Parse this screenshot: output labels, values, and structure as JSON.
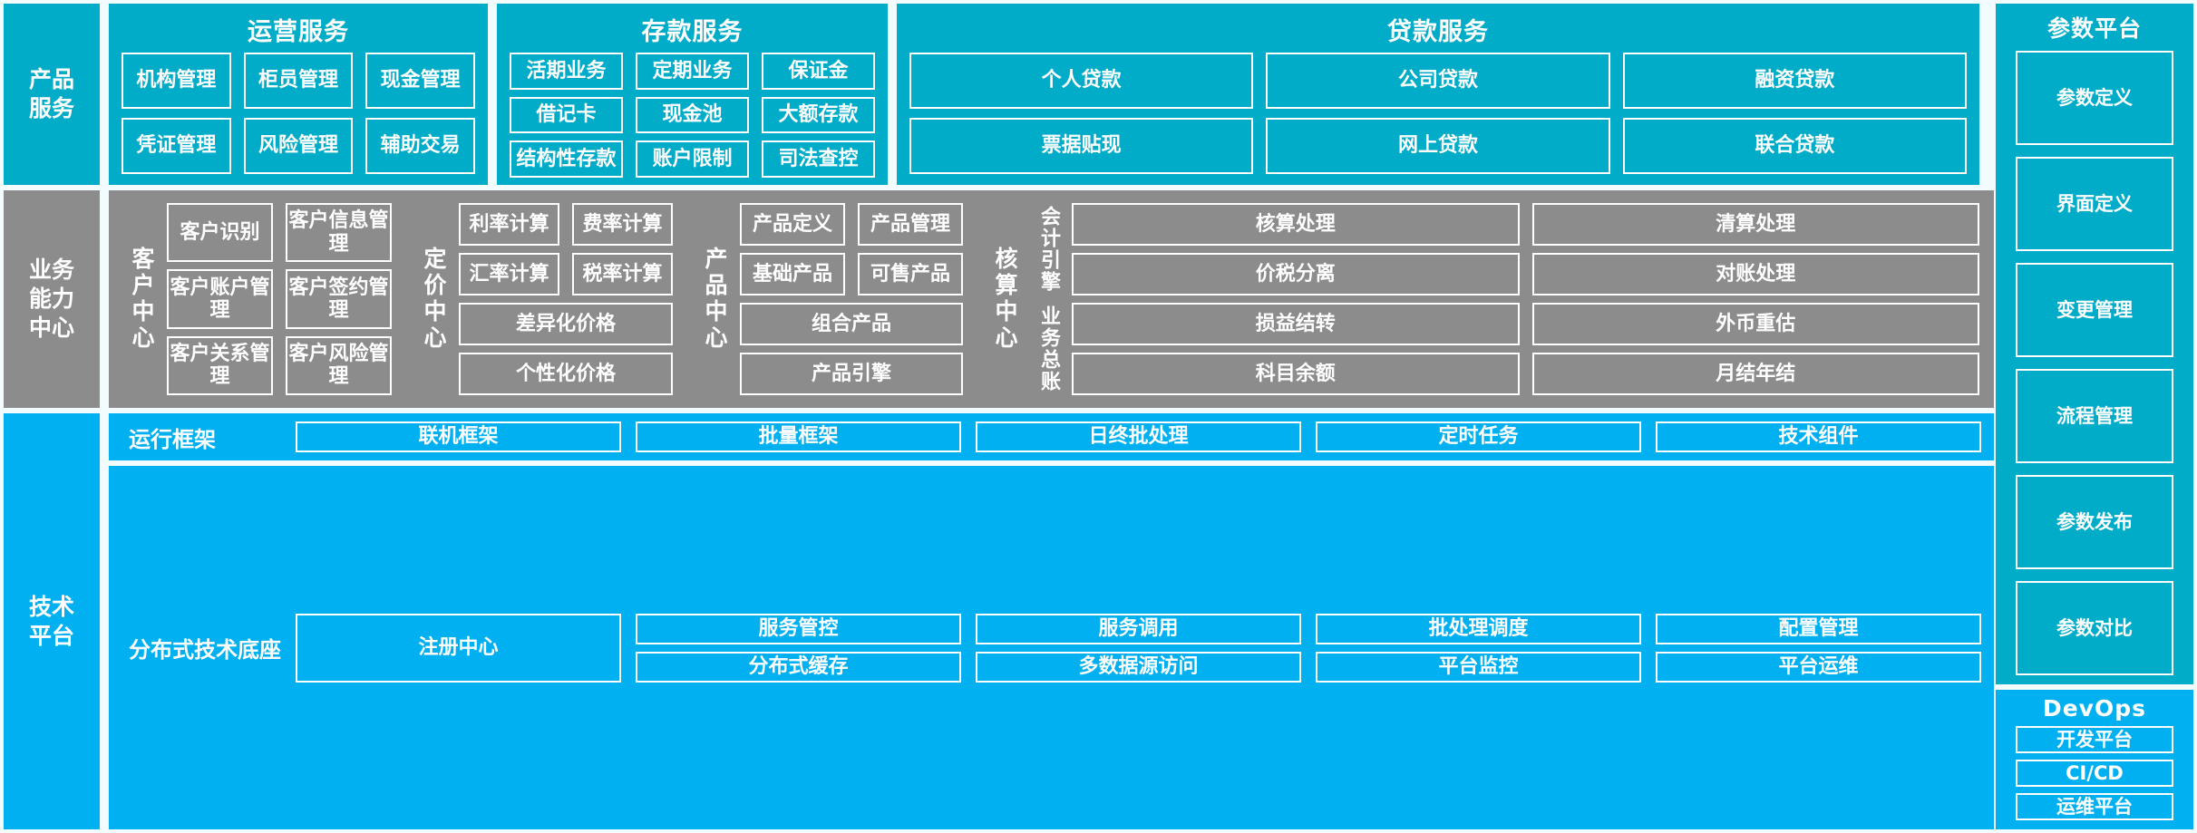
{
  "rows": {
    "products": {
      "side_label": "产品\n服务",
      "panels": [
        {
          "title": "运营服务",
          "lines": [
            [
              "机构管理",
              "柜员管理",
              "现金管理"
            ],
            [
              "凭证管理",
              "风险管理",
              "辅助交易"
            ]
          ]
        },
        {
          "title": "存款服务",
          "lines": [
            [
              "活期业务",
              "定期业务",
              "保证金"
            ],
            [
              "借记卡",
              "现金池",
              "大额存款"
            ],
            [
              "结构性存款",
              "账户限制",
              "司法查控"
            ]
          ]
        },
        {
          "title": "贷款服务",
          "lines": [
            [
              "个人贷款",
              "公司贷款",
              "融资贷款"
            ],
            [
              "票据贴现",
              "网上贷款",
              "联合贷款"
            ]
          ]
        }
      ]
    },
    "capability": {
      "side_label": "业务\n能力\n中心",
      "centers": [
        {
          "label": "客户中心",
          "rows": [
            [
              "客户识别",
              "客户信息管理"
            ],
            [
              "客户账户管理",
              "客户签约管理"
            ],
            [
              "客户关系管理",
              "客户风险管理"
            ]
          ]
        },
        {
          "label": "定价中心",
          "rows": [
            [
              "利率计算",
              "费率计算"
            ],
            [
              "汇率计算",
              "税率计算"
            ],
            [
              "差异化价格"
            ],
            [
              "个性化价格"
            ]
          ]
        },
        {
          "label": "产品中心",
          "rows": [
            [
              "产品定义",
              "产品管理"
            ],
            [
              "基础产品",
              "可售产品"
            ],
            [
              "组合产品"
            ],
            [
              "产品引擎"
            ]
          ]
        },
        {
          "label": "核算中心",
          "sub_labels": [
            "会计引擎",
            "业务总账"
          ],
          "engine_rows": [
            [
              "核算处理",
              "清算处理"
            ],
            [
              "价税分离",
              "对账处理"
            ]
          ],
          "ledger_rows": [
            [
              "损益结转",
              "外币重估"
            ],
            [
              "科目余额",
              "月结年结"
            ]
          ]
        }
      ]
    },
    "tech": {
      "side_label": "技术\n平台",
      "runtime": {
        "label": "运行框架",
        "items": [
          "联机框架",
          "批量框架",
          "日终批处理",
          "定时任务",
          "技术组件"
        ]
      },
      "base": {
        "label": "分布式技术底座",
        "registry": "注册中心",
        "columns": [
          [
            "服务管控",
            "分布式缓存"
          ],
          [
            "服务调用",
            "多数据源访问"
          ],
          [
            "批处理调度",
            "平台监控"
          ],
          [
            "配置管理",
            "平台运维"
          ]
        ]
      }
    }
  },
  "right_rail": {
    "param_platform": {
      "title": "参数平台",
      "items": [
        "参数定义",
        "界面定义",
        "变更管理",
        "流程管理",
        "参数发布",
        "参数对比"
      ]
    },
    "devops": {
      "title": "DevOps",
      "items": [
        "开发平台",
        "CI/CD",
        "运维平台"
      ]
    }
  },
  "colors": {
    "teal": "#00acc8",
    "bright_blue": "#00b0f0",
    "gray": "#8c8c8c",
    "background": "#f2fbfd",
    "border": "#ffffff"
  }
}
